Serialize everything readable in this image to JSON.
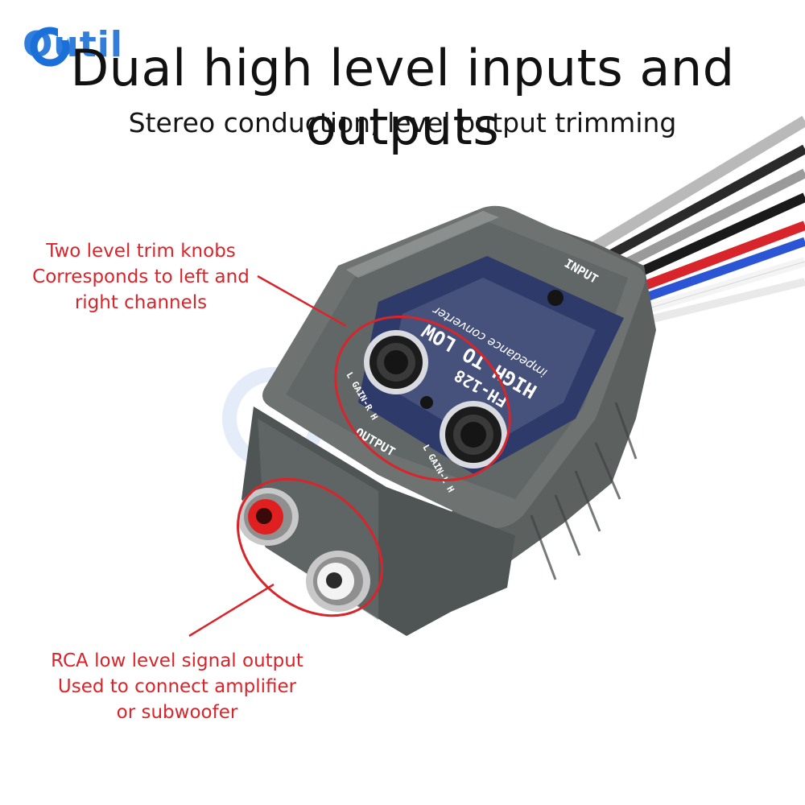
{
  "brand": {
    "name": "Outil",
    "color": "#1a6fd8"
  },
  "headline": "Dual high level inputs and outputs",
  "subheadline": "Stereo conduction, level output trimming",
  "callouts": {
    "knobs": {
      "lines": [
        "Two level trim knobs",
        "Corresponds to left and",
        "right channels"
      ]
    },
    "rca": {
      "lines": [
        "RCA low level signal output",
        "Used to connect amplifier",
        "or subwoofer"
      ]
    },
    "color": "#d8252b"
  },
  "device": {
    "model": "FH-128",
    "title": "HIGH TO LOW",
    "subtitle": "impedance converter",
    "input_label": "INPUT",
    "output_label": "OUTPUT",
    "gain_r_label": "L GAIN-R H",
    "gain_l_label": "L GAIN-L H"
  },
  "wire_colors": [
    "#b9b9b9",
    "#2a2a2a",
    "#d8252b",
    "#2c55d6",
    "#ffffff",
    "#9a9a9a"
  ]
}
